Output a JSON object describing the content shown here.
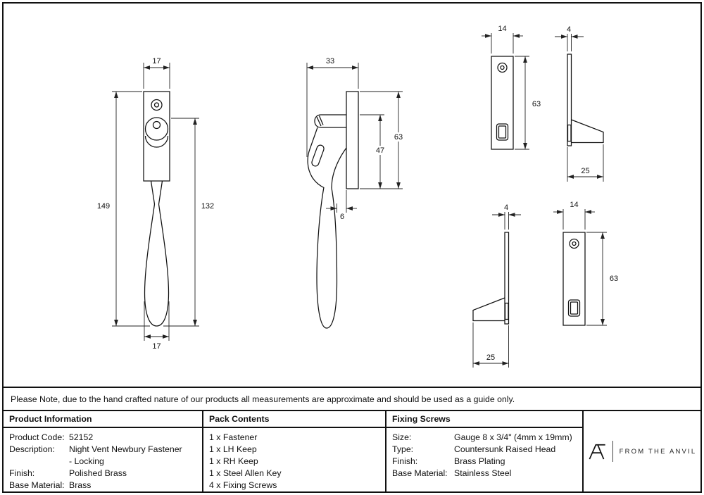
{
  "note": "Please Note, due to the hand crafted nature of our products all measurements are approximate and should be used as a guide only.",
  "drawings": {
    "fastener_front": {
      "width_top": "17",
      "height_overall": "149",
      "height_handle": "132",
      "width_bottom": "17"
    },
    "fastener_side": {
      "depth": "33",
      "height_inner": "47",
      "height_overall": "63",
      "gap": "6"
    },
    "keep_top_front": {
      "width": "14",
      "height": "63"
    },
    "keep_top_side": {
      "thickness": "4",
      "depth": "25"
    },
    "keep_bottom_side": {
      "thickness": "4",
      "depth": "25"
    },
    "keep_bottom_front": {
      "width": "14",
      "height": "63"
    }
  },
  "table": {
    "product_info": {
      "header": "Product Information",
      "rows": [
        {
          "label": "Product Code:",
          "value": "52152"
        },
        {
          "label": "Description:",
          "value": "Night Vent Newbury Fastener"
        },
        {
          "label": "",
          "value": "- Locking"
        },
        {
          "label": "Finish:",
          "value": "Polished Brass"
        },
        {
          "label": "Base Material:",
          "value": "Brass"
        }
      ]
    },
    "pack_contents": {
      "header": "Pack Contents",
      "items": [
        "1 x Fastener",
        "1 x LH Keep",
        "1 x RH Keep",
        "1 x Steel Allen Key",
        "4 x Fixing Screws"
      ]
    },
    "fixing_screws": {
      "header": "Fixing Screws",
      "rows": [
        {
          "label": "Size:",
          "value": "Gauge 8 x 3/4\" (4mm x 19mm)"
        },
        {
          "label": "Type:",
          "value": "Countersunk Raised Head"
        },
        {
          "label": "Finish:",
          "value": "Brass Plating"
        },
        {
          "label": "Base Material:",
          "value": "Stainless Steel"
        }
      ]
    }
  },
  "brand": {
    "name": "FROM THE ANVIL"
  },
  "colors": {
    "line": "#111111",
    "background": "#ffffff"
  }
}
